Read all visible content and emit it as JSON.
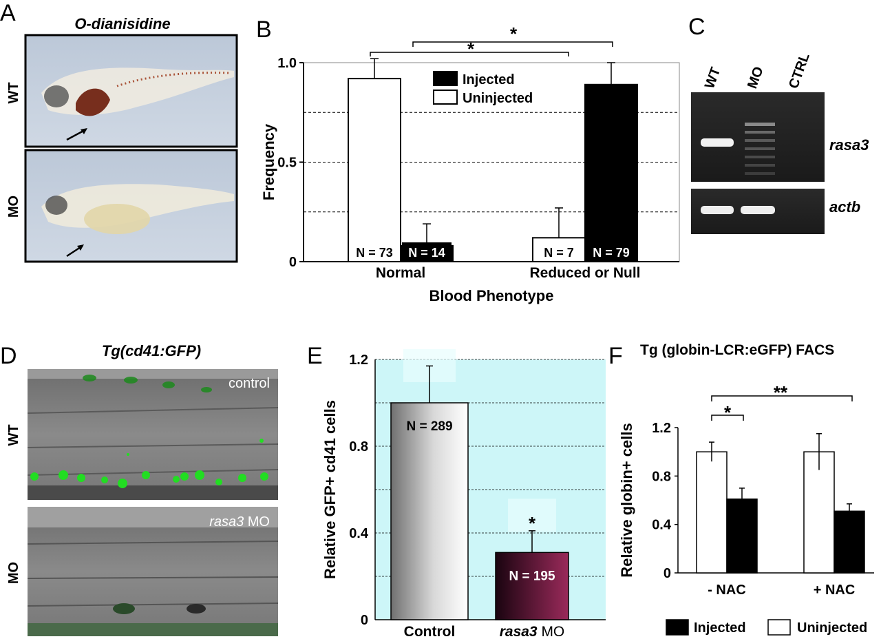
{
  "panels": {
    "A": {
      "letter": "A",
      "title": "O-dianisidine",
      "rows": [
        "WT",
        "MO"
      ]
    },
    "C": {
      "letter": "C",
      "lanes": [
        "WT",
        "MO",
        "CTRL"
      ],
      "genes": [
        "rasa3",
        "actb"
      ]
    },
    "D": {
      "letter": "D",
      "title": "Tg(cd41:GFP)",
      "rows": [
        "WT",
        "MO"
      ],
      "inset_control": "control",
      "inset_mo_gene": "rasa3",
      "inset_mo_rest": " MO"
    }
  },
  "chart_data": [
    {
      "panel": "B",
      "type": "bar",
      "xlabel": "Blood Phenotype",
      "ylabel": "Frequency",
      "ylim": [
        0,
        1.0
      ],
      "yticks": [
        "0",
        "0.5",
        "1.0"
      ],
      "grid": true,
      "legend_placement": "top-center",
      "categories": [
        "Normal",
        "Reduced or Null"
      ],
      "series": [
        {
          "name": "Uninjected",
          "color": "#ffffff",
          "values": [
            0.92,
            0.12
          ],
          "errors": [
            0.1,
            0.15
          ],
          "n_labels": [
            "N = 73",
            "N = 7"
          ]
        },
        {
          "name": "Injected",
          "color": "#000000",
          "values": [
            0.08,
            0.89
          ],
          "errors": [
            0.11,
            0.11
          ],
          "n_labels": [
            "N = 14",
            "N = 79"
          ]
        }
      ],
      "significance": [
        "*",
        "*"
      ]
    },
    {
      "panel": "E",
      "type": "bar",
      "xlabel": "",
      "ylabel": "Relative GFP+ cd41 cells",
      "ylim": [
        0,
        1.2
      ],
      "yticks": [
        "0",
        "0.4",
        "0.8",
        "1.2"
      ],
      "grid": true,
      "categories": [
        "Control",
        "rasa3 MO"
      ],
      "category_parts": [
        [
          "Control",
          ""
        ],
        [
          "rasa3",
          " MO"
        ]
      ],
      "values": [
        1.0,
        0.31
      ],
      "errors": [
        0.17,
        0.1
      ],
      "n_labels": [
        "N = 289",
        "N = 195"
      ],
      "significance": [
        "",
        "*"
      ],
      "colors": [
        "#9a9a9a",
        "#5a1030"
      ]
    },
    {
      "panel": "F",
      "type": "bar",
      "title": "Tg (globin-LCR:eGFP) FACS",
      "xlabel": "",
      "ylabel": "Relative globin+ cells",
      "ylim": [
        0,
        1.2
      ],
      "yticks": [
        "0",
        "0.4",
        "0.8",
        "1.2"
      ],
      "grid": false,
      "legend_placement": "bottom",
      "categories": [
        "- NAC",
        "+ NAC"
      ],
      "series": [
        {
          "name": "Uninjected",
          "color": "#ffffff",
          "values": [
            1.0,
            1.0
          ],
          "errors": [
            0.08,
            0.15
          ]
        },
        {
          "name": "Injected",
          "color": "#000000",
          "values": [
            0.61,
            0.51
          ],
          "errors": [
            0.09,
            0.06
          ]
        }
      ],
      "legend_order": [
        "Injected",
        "Uninjected"
      ],
      "significance": [
        "*",
        "**"
      ]
    }
  ]
}
